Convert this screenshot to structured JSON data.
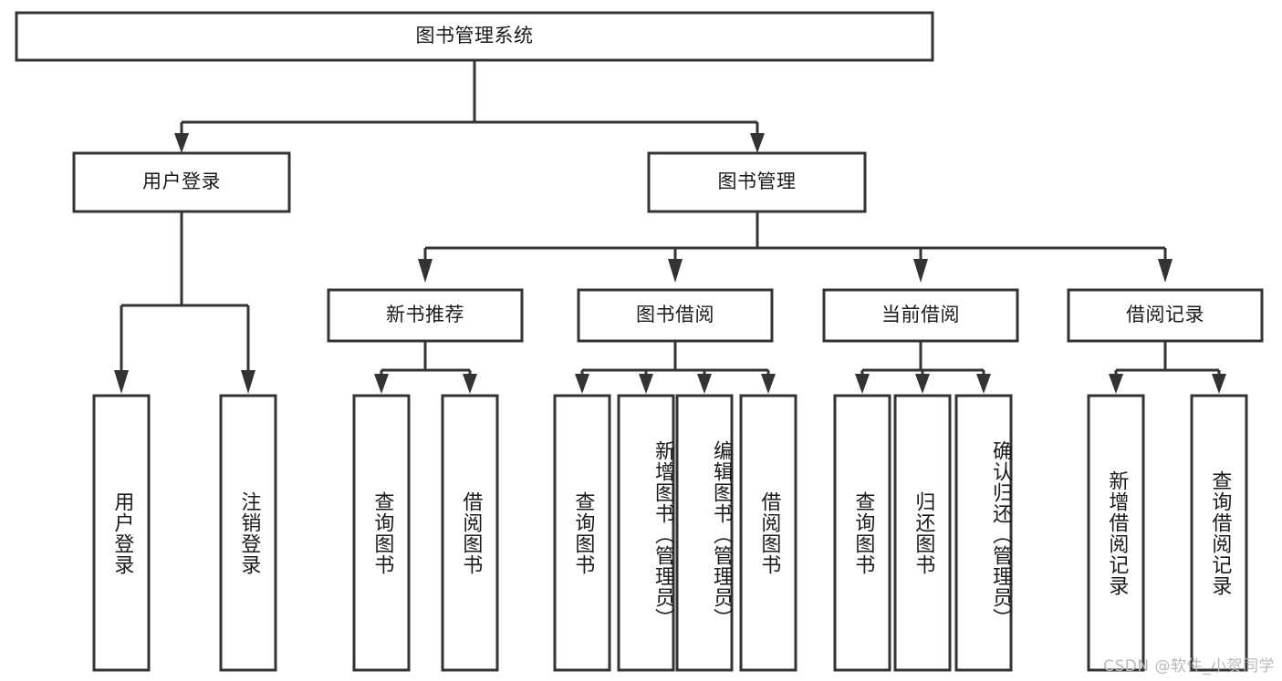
{
  "diagram": {
    "type": "tree-hierarchy",
    "title": "图书管理系统",
    "root": {
      "id": "root",
      "label": "图书管理系统"
    },
    "level2": [
      {
        "id": "user-login",
        "label": "用户登录"
      },
      {
        "id": "book-management",
        "label": "图书管理"
      }
    ],
    "level3": [
      {
        "id": "new-book-recommend",
        "label": "新书推荐",
        "parent": "book-management"
      },
      {
        "id": "book-borrow",
        "label": "图书借阅",
        "parent": "book-management"
      },
      {
        "id": "current-borrow",
        "label": "当前借阅",
        "parent": "book-management"
      },
      {
        "id": "borrow-record",
        "label": "借阅记录",
        "parent": "book-management"
      }
    ],
    "leaves": [
      {
        "id": "leaf-user-login",
        "label": "用户登录",
        "parent": "user-login"
      },
      {
        "id": "leaf-logout-login",
        "label": "注销登录",
        "parent": "user-login"
      },
      {
        "id": "leaf-query-book-1",
        "label": "查询图书",
        "parent": "new-book-recommend"
      },
      {
        "id": "leaf-borrow-book-1",
        "label": "借阅图书",
        "parent": "new-book-recommend"
      },
      {
        "id": "leaf-query-book-2",
        "label": "查询图书",
        "parent": "book-borrow"
      },
      {
        "id": "leaf-add-book",
        "label": "新增图书（管理员）",
        "parent": "book-borrow"
      },
      {
        "id": "leaf-edit-book",
        "label": "编辑图书（管理员）",
        "parent": "book-borrow"
      },
      {
        "id": "leaf-borrow-book-2",
        "label": "借阅图书",
        "parent": "book-borrow"
      },
      {
        "id": "leaf-query-book-3",
        "label": "查询图书",
        "parent": "current-borrow"
      },
      {
        "id": "leaf-return-book",
        "label": "归还图书",
        "parent": "current-borrow"
      },
      {
        "id": "leaf-confirm-return",
        "label": "确认归还（管理员）",
        "parent": "current-borrow"
      },
      {
        "id": "leaf-add-record",
        "label": "新增借阅记录",
        "parent": "borrow-record"
      },
      {
        "id": "leaf-query-record",
        "label": "查询借阅记录",
        "parent": "borrow-record"
      }
    ],
    "colors": {
      "stroke": "#333333",
      "fill": "#ffffff",
      "text": "#1a1a1a",
      "watermark": "#b9b9b9"
    }
  },
  "watermark": {
    "text": "CSDN @软件_小贺同学"
  }
}
